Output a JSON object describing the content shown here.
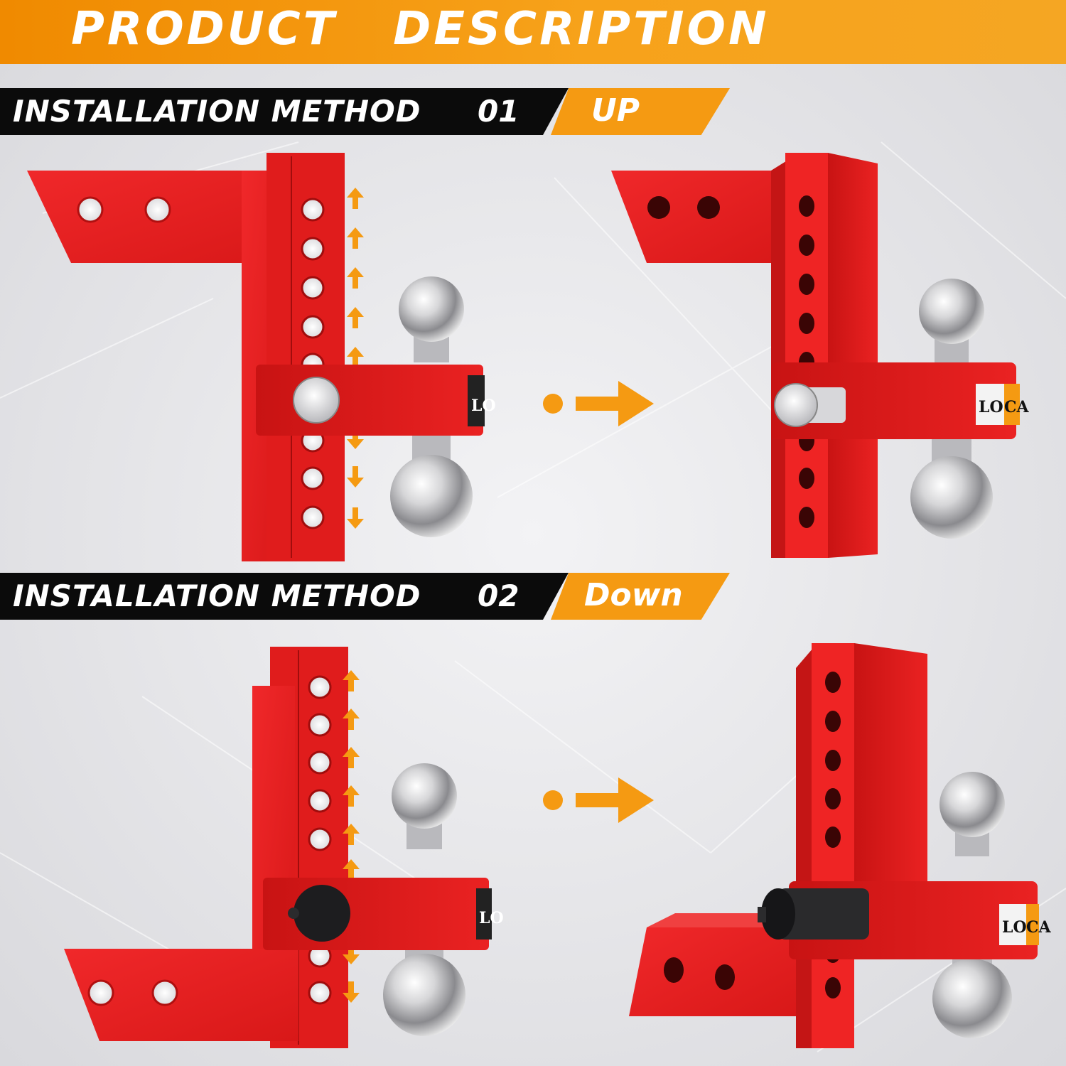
{
  "header": {
    "title": "PRODUCT   DESCRIPTION"
  },
  "methods": [
    {
      "label": "INSTALLATION METHOD",
      "number": "01",
      "direction": "UP"
    },
    {
      "label": "INSTALLATION METHOD",
      "number": "02",
      "direction": "Down"
    }
  ],
  "brand": {
    "prefix": "LO",
    "suffix": "CA"
  },
  "colors": {
    "header_orange": "#f59a12",
    "banner_black": "#0b0b0b",
    "hitch_red": "#e31b1b",
    "arrow_orange": "#f59a12"
  },
  "icons": [
    "arrow-up-icon",
    "arrow-down-icon",
    "arrow-right-icon",
    "bullet-dot-icon"
  ]
}
